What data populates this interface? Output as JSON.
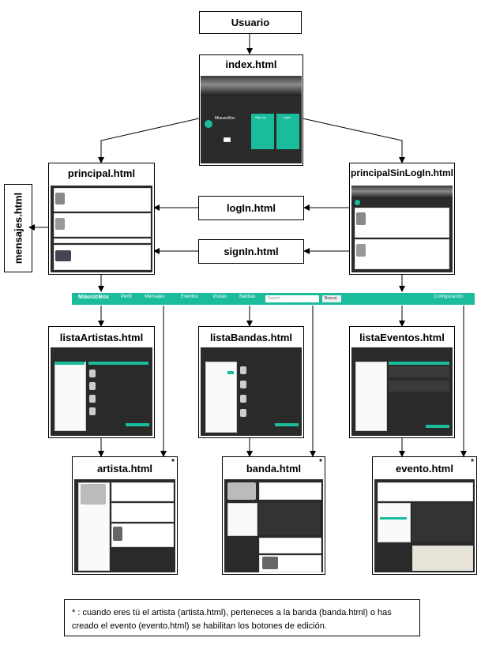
{
  "nodes": {
    "usuario": "Usuario",
    "index": "index.html",
    "principal": "principal.html",
    "principal_sin_login": "principalSinLogIn.html",
    "mensajes": "mensajes.html",
    "login": "logIn.html",
    "signin": "signIn.html",
    "lista_artistas": "listaArtistas.html",
    "lista_bandas": "listaBandas.html",
    "lista_eventos": "listaEventos.html",
    "artista": "artista.html",
    "banda": "banda.html",
    "evento": "evento.html"
  },
  "star_marker": "*",
  "navbar": {
    "brand": "MiausicBox",
    "items": [
      "Perfil",
      "Mensajes",
      "Eventos",
      "Visitas",
      "Bandas"
    ],
    "search_placeholder": "Search",
    "search_button": "Buscar",
    "config": "Configuración"
  },
  "index_screen": {
    "brand": "MiausicBox",
    "signup": "Sign up",
    "login": "Login"
  },
  "footnote": "* : cuando eres tú el artista (artista.html), perteneces a la banda (banda.html) o has creado el evento (evento.html) se habilitan los botones de edición.",
  "colors": {
    "accent": "#1abc9c",
    "dark": "#2a2a2a"
  }
}
